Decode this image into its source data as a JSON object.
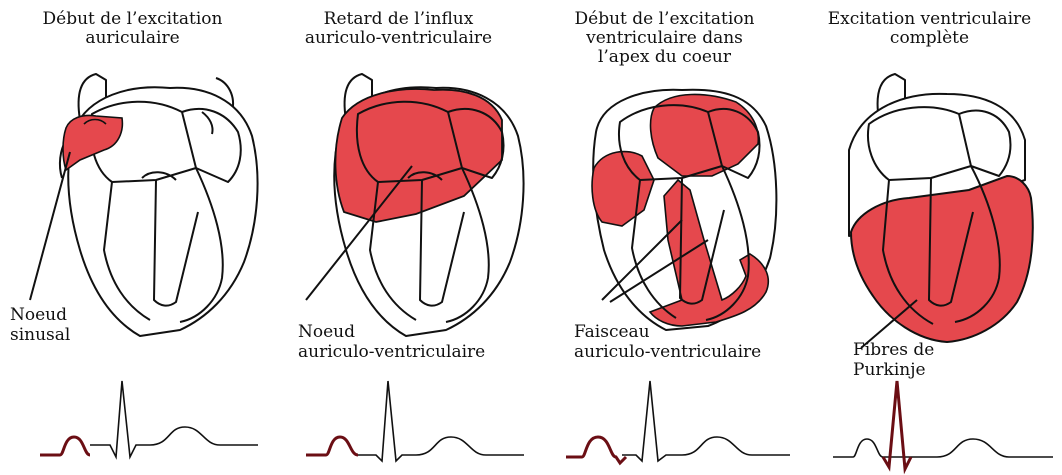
{
  "panels": [
    {
      "title": [
        "Début de l’excitation",
        "auriculaire"
      ],
      "label": [
        "Noeud",
        "sinusal"
      ]
    },
    {
      "title": [
        "Retard de l’influx",
        "auriculo-ventriculaire"
      ],
      "label": [
        "Noeud",
        "auriculo-ventriculaire"
      ]
    },
    {
      "title": [
        "Début de l’excitation",
        "ventriculaire dans",
        "l’apex du coeur"
      ],
      "label": [
        "Faisceau",
        "auriculo-ventriculaire"
      ]
    },
    {
      "title": [
        "Excitation ventriculaire",
        "complète"
      ],
      "label": [
        "Fibres de",
        "Purkinje"
      ]
    }
  ],
  "colors": {
    "excitation": "#e5484d",
    "ecg_highlight": "#6b0e14",
    "outline": "#111111"
  }
}
